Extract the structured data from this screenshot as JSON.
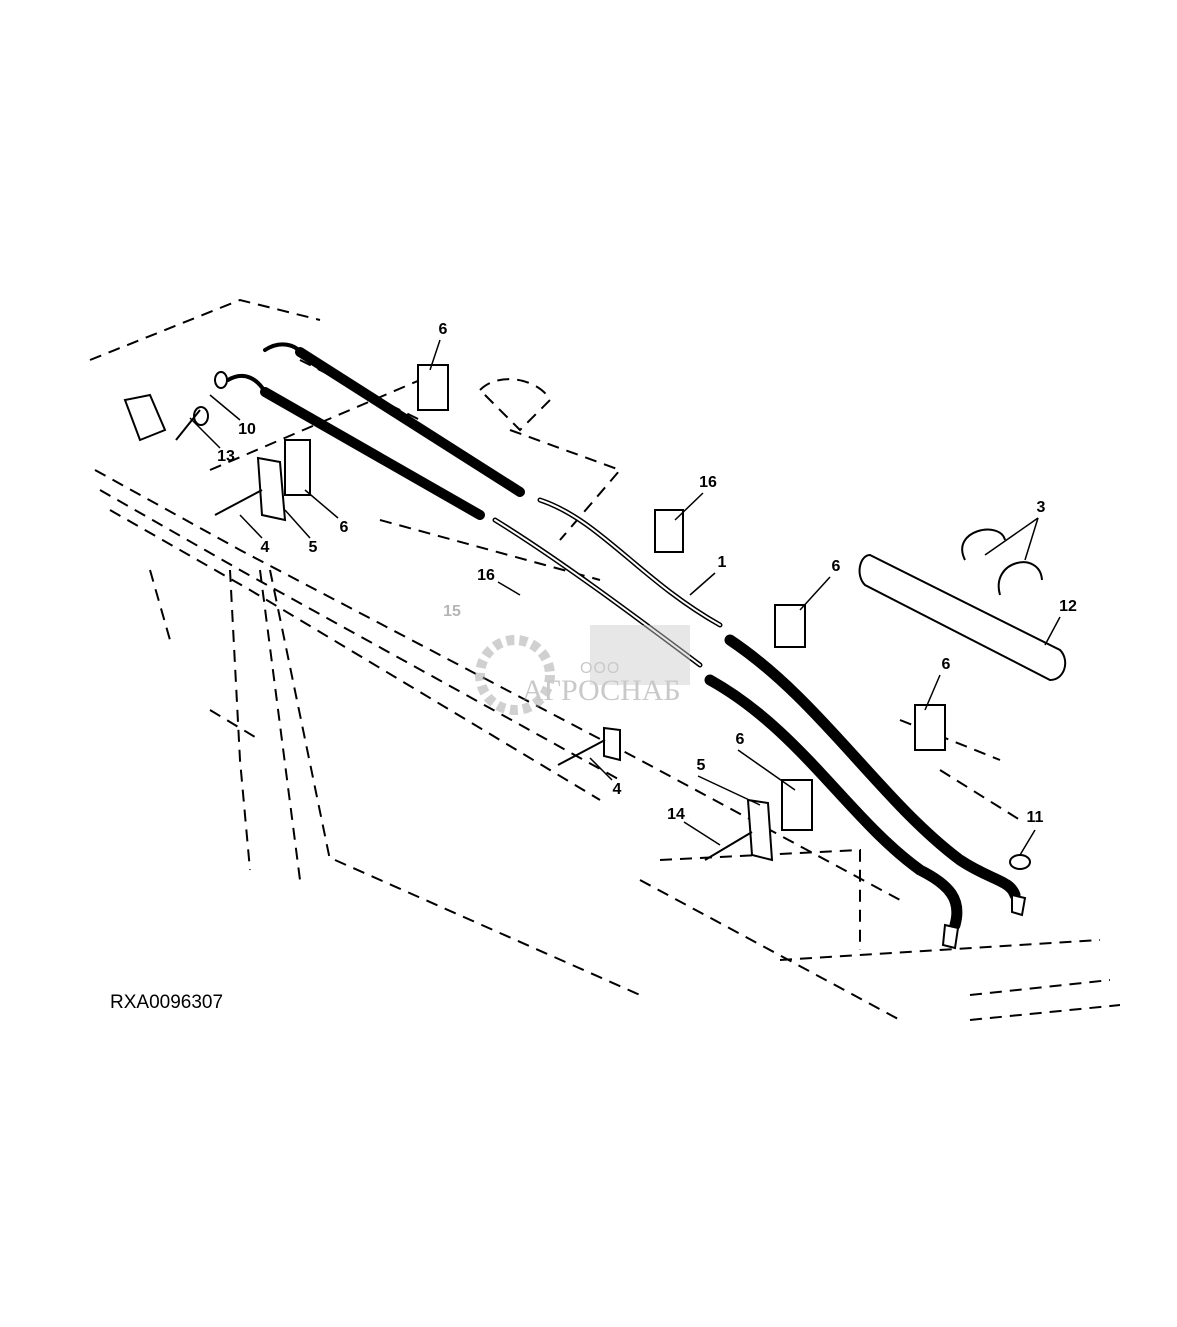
{
  "figure_id": "RXA0096307",
  "watermark": {
    "prefix": "ООО",
    "name": "АГРОСНАБ"
  },
  "callouts": [
    {
      "number": "6"
    },
    {
      "number": "10"
    },
    {
      "number": "13"
    },
    {
      "number": "4"
    },
    {
      "number": "5"
    },
    {
      "number": "6"
    },
    {
      "number": "16"
    },
    {
      "number": "1"
    },
    {
      "number": "16"
    },
    {
      "number": "15"
    },
    {
      "number": "6"
    },
    {
      "number": "3"
    },
    {
      "number": "12"
    },
    {
      "number": "6"
    },
    {
      "number": "6"
    },
    {
      "number": "5"
    },
    {
      "number": "4"
    },
    {
      "number": "14"
    },
    {
      "number": "11"
    }
  ]
}
